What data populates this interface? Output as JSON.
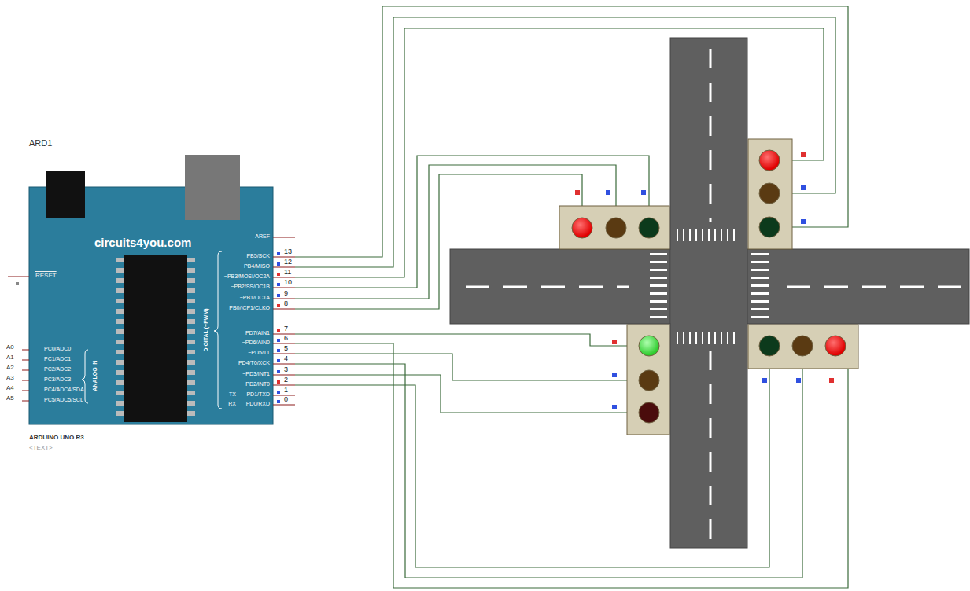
{
  "diagram": {
    "nodes": [
      {
        "text": [
          "circuits4you.com"
        ]
      }
    ],
    "labels": [
      "ARD1",
      "ARDUINO UNO R3",
      "<TEXT>",
      "RESET",
      "AREF",
      "PB5/SCK",
      "PB4/MISO",
      "~PB3/MOSI/OC2A",
      "~PB2/SS/OC1B",
      "~PB1/OC1A",
      "PB0/ICP1/CLKO",
      "PD7/AIN1",
      "~PD6/AIN0",
      "~PD5/T1",
      "PD4/T0/XCK",
      "~PD3/INT1",
      "PD2/INT0",
      "PD1/TXD",
      "PD0/RXD",
      "13",
      "12",
      "11",
      "10",
      "9",
      "8",
      "7",
      "6",
      "5",
      "4",
      "3",
      "2",
      "1",
      "0",
      "TX",
      "RX",
      "DIGITAL (~PWM)",
      "ANALOG IN",
      "PC0/ADC0",
      "PC1/ADC1",
      "PC2/ADC2",
      "PC3/ADC3",
      "PC4/ADC4/SDA",
      "PC5/ADC5/SCL",
      "A0",
      "A1",
      "A2",
      "A3",
      "A4",
      "A5"
    ]
  }
}
